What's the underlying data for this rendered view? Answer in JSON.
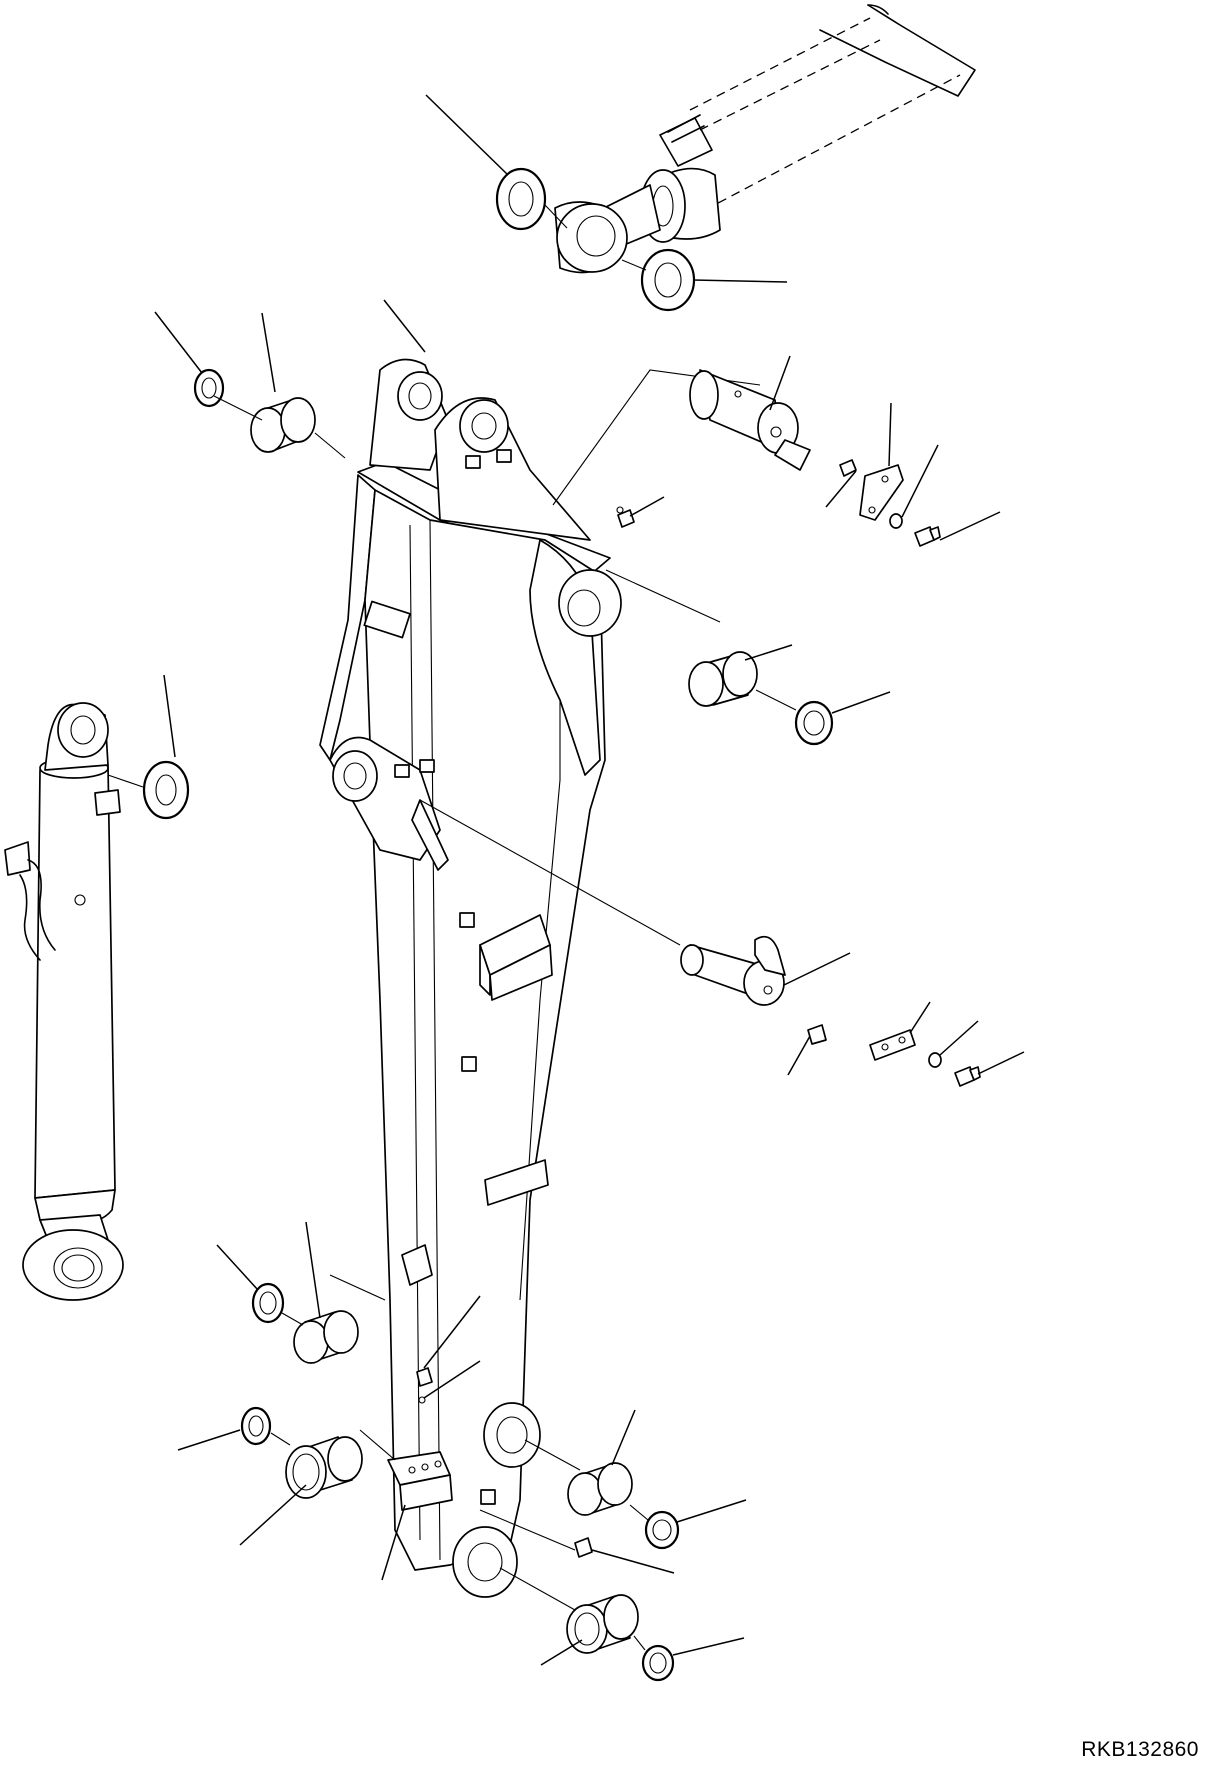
{
  "diagram": {
    "drawing_id": "RKB132860",
    "parts": [
      "boom-cylinder-rod-end",
      "arm",
      "arm-cylinder",
      "shim",
      "bushing",
      "pin",
      "plate",
      "washer",
      "bolt",
      "grease-fitting",
      "dust-seal",
      "block"
    ]
  }
}
